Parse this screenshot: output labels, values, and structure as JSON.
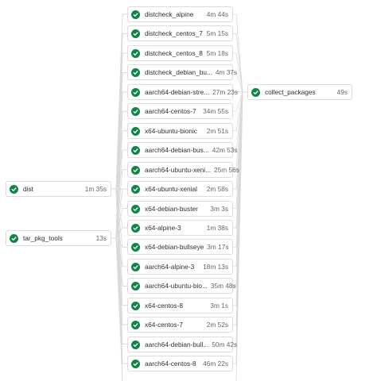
{
  "pipeline": {
    "colors": {
      "success": "#108548",
      "link": "#d9d9d9",
      "border": "#dcdcde"
    },
    "stages": [
      {
        "jobs": [
          {
            "name": "dist",
            "duration": "1m 35s",
            "status": "success-icon"
          },
          {
            "name": "tar_pkg_tools",
            "duration": "13s",
            "status": "success-icon"
          }
        ]
      },
      {
        "jobs": [
          {
            "name": "distcheck_alpine",
            "duration": "4m 44s",
            "status": "success-icon"
          },
          {
            "name": "distcheck_centos_7",
            "duration": "5m 15s",
            "status": "success-icon"
          },
          {
            "name": "distcheck_centos_8",
            "duration": "5m 18s",
            "status": "success-icon"
          },
          {
            "name": "distcheck_debian_bu...",
            "duration": "4m 37s",
            "status": "success-icon"
          },
          {
            "name": "aarch64-debian-stre...",
            "duration": "27m 23s",
            "status": "success-icon"
          },
          {
            "name": "aarch64-centos-7",
            "duration": "34m 55s",
            "status": "success-icon"
          },
          {
            "name": "x64-ubuntu-bionic",
            "duration": "2m 51s",
            "status": "success-icon"
          },
          {
            "name": "aarch64-debian-bus...",
            "duration": "42m 53s",
            "status": "success-icon"
          },
          {
            "name": "aarch64-ubuntu-xeni...",
            "duration": "25m 56s",
            "status": "success-icon"
          },
          {
            "name": "x64-ubuntu-xenial",
            "duration": "2m 58s",
            "status": "success-icon"
          },
          {
            "name": "x64-debian-buster",
            "duration": "3m 3s",
            "status": "success-icon"
          },
          {
            "name": "x64-alpine-3",
            "duration": "1m 38s",
            "status": "success-icon"
          },
          {
            "name": "x64-debian-bullseye",
            "duration": "3m 17s",
            "status": "success-icon"
          },
          {
            "name": "aarch64-alpine-3",
            "duration": "18m 13s",
            "status": "success-icon"
          },
          {
            "name": "aarch64-ubuntu-bio...",
            "duration": "35m 48s",
            "status": "success-icon"
          },
          {
            "name": "x64-centos-8",
            "duration": "3m 1s",
            "status": "success-icon"
          },
          {
            "name": "x64-centos-7",
            "duration": "2m 52s",
            "status": "success-icon"
          },
          {
            "name": "aarch64-debian-bull...",
            "duration": "50m 42s",
            "status": "success-icon"
          },
          {
            "name": "aarch64-centos-8",
            "duration": "46m 22s",
            "status": "success-icon"
          }
        ]
      },
      {
        "jobs": [
          {
            "name": "collect_packages",
            "duration": "49s",
            "status": "success-icon"
          }
        ]
      }
    ]
  }
}
